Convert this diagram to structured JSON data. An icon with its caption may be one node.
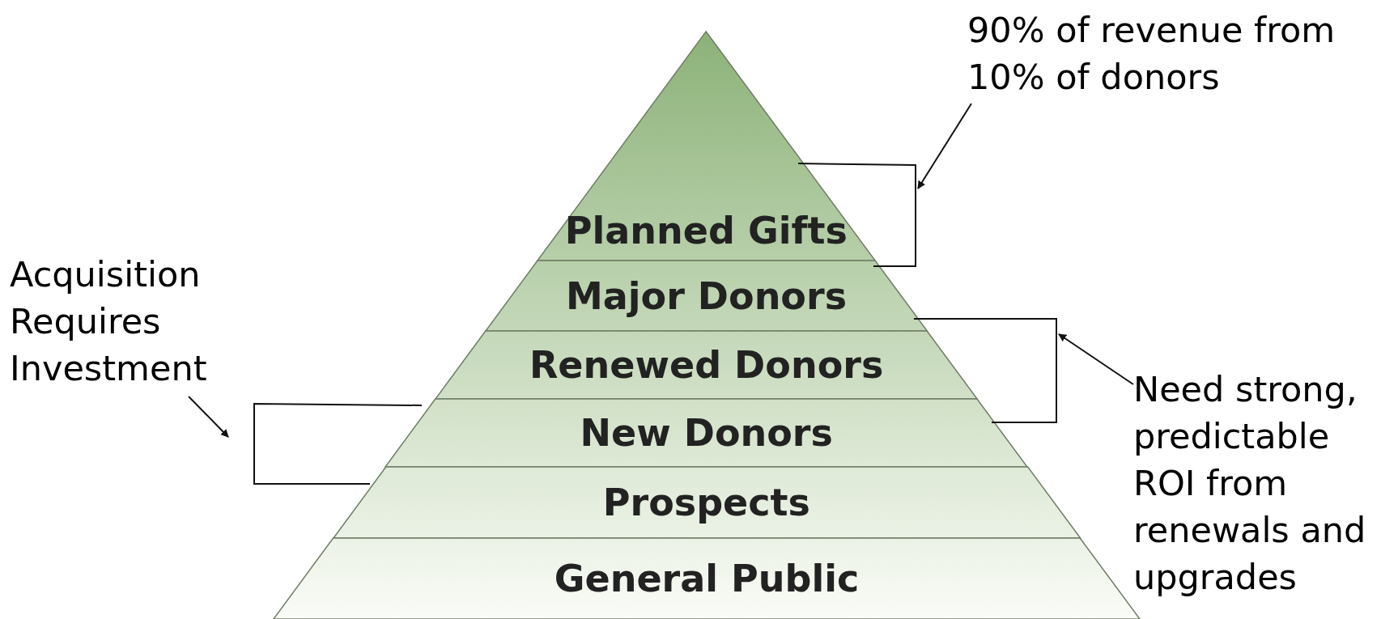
{
  "diagram": {
    "nodes": [
      {
        "text": [
          "Planned Gifts"
        ]
      },
      {
        "text": [
          "Major Donors"
        ]
      },
      {
        "text": [
          "Renewed Donors"
        ]
      },
      {
        "text": [
          "New Donors"
        ]
      },
      {
        "text": [
          "Prospects"
        ]
      },
      {
        "text": [
          "General Public"
        ]
      },
      {
        "text": [
          "90% of revenue from 10% of donors"
        ]
      },
      {
        "text": [],
        "shape": "bracket"
      },
      {
        "text": [
          "Acquisition Requires Investment"
        ]
      },
      {
        "text": [],
        "shape": "bracket"
      },
      {
        "text": [
          "Need strong, predictable ROI from renewals and upgrades"
        ]
      },
      {
        "text": [],
        "shape": "bracket"
      }
    ],
    "edges": [
      {
        "from": 6,
        "to": 7,
        "arrow": "to"
      },
      {
        "from": 8,
        "to": 9,
        "arrow": "to"
      },
      {
        "from": 10,
        "to": 11,
        "arrow": "to"
      }
    ]
  }
}
